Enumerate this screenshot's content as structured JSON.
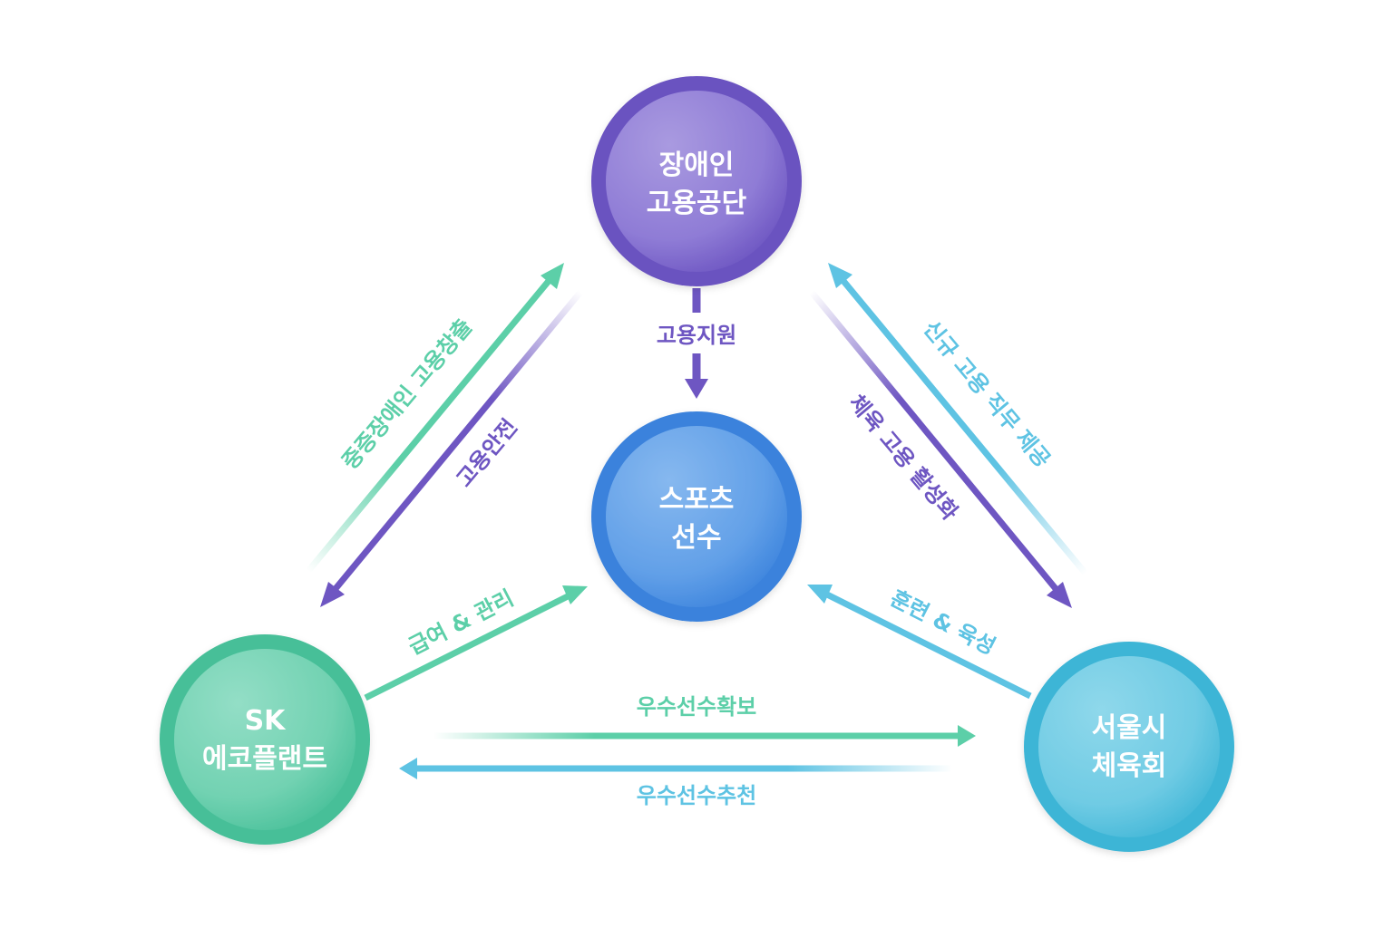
{
  "nodes": {
    "kead": {
      "line1": "장애인",
      "line2": "고용공단",
      "color_light": "#a08fdc",
      "color_dark": "#6e56c2"
    },
    "athletes": {
      "line1": "스포츠",
      "line2": "선수",
      "color_light": "#7fb2ee",
      "color_dark": "#3a82dc"
    },
    "sk": {
      "line1": "SK",
      "line2": "에코플랜트",
      "color_light": "#8fdcc3",
      "color_dark": "#46bf98"
    },
    "seoul": {
      "line1": "서울시",
      "line2": "체육회",
      "color_light": "#8ad6ea",
      "color_dark": "#3eb5d6"
    }
  },
  "edges": {
    "employment_support": {
      "label": "고용지원",
      "color": "#6e56c2"
    },
    "severe_disability_jobs": {
      "label": "중증장애인 고용창출",
      "color": "#5ccfa8"
    },
    "employment_safety": {
      "label": "고용안전",
      "color": "#6e56c2"
    },
    "new_job_provision": {
      "label": "신규 고용 직무 제공",
      "color": "#5ec3e3"
    },
    "sports_employment": {
      "label": "체육 고용 활성화",
      "color": "#6e56c2"
    },
    "salary_management": {
      "label": "급여 & 관리",
      "color": "#5ccfa8"
    },
    "training": {
      "label": "훈련 & 육성",
      "color": "#5ec3e3"
    },
    "secure_athletes": {
      "label": "우수선수확보",
      "color": "#5ccfa8"
    },
    "recommend_athletes": {
      "label": "우수선수추천",
      "color": "#5ec3e3"
    }
  }
}
